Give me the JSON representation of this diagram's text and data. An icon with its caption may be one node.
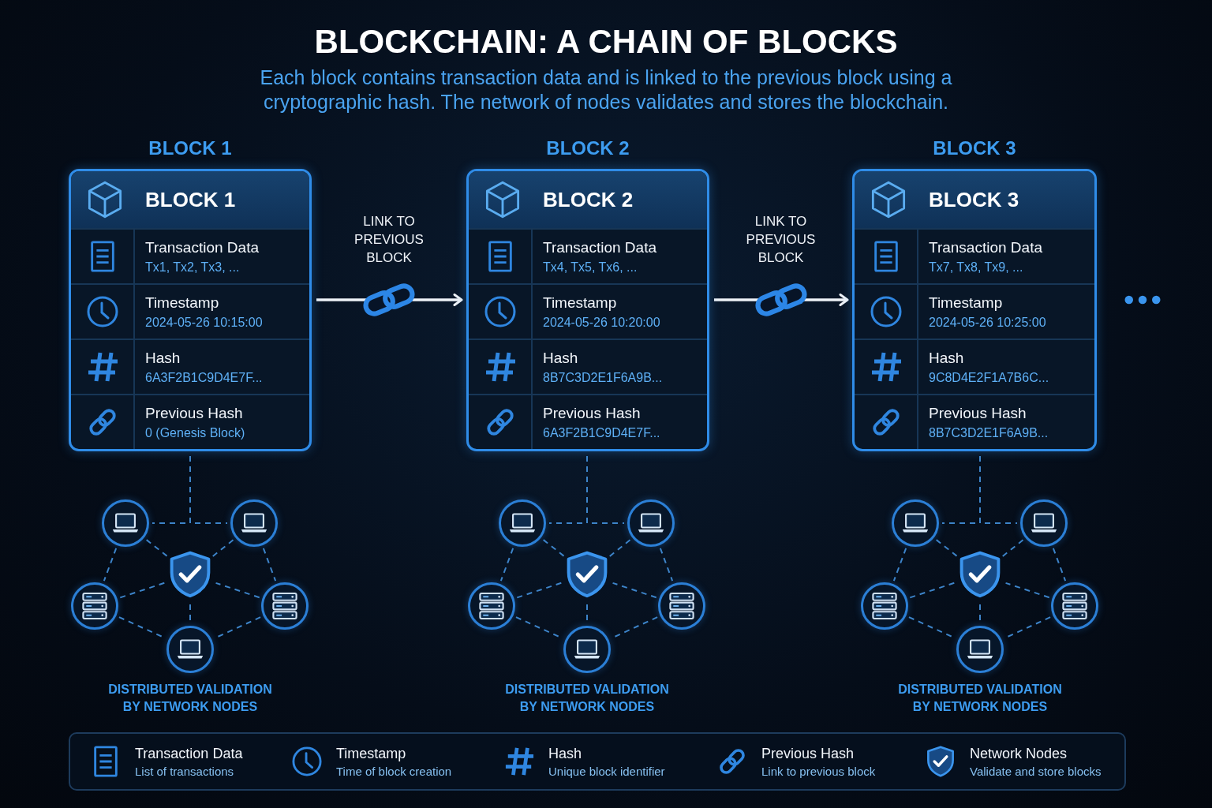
{
  "diagram": {
    "title": "BLOCKCHAIN: A CHAIN OF BLOCKS",
    "caption": "Each block contains transaction data and is linked to the previous block using a cryptographic hash. The network of nodes validates and stores the blockchain.",
    "nodes": [
      {
        "text": [
          "BLOCK 1"
        ],
        "beside": [
          "BLOCK 1"
        ]
      },
      {
        "text": [
          "Transaction Data",
          "Tx1, Tx2, Tx3, ..."
        ],
        "in": 0
      },
      {
        "text": [
          "Timestamp",
          "2024-05-26 10:15:00"
        ],
        "in": 0
      },
      {
        "text": [
          "Hash",
          "6A3F2B1C9D4E7F..."
        ],
        "in": 0
      },
      {
        "text": [
          "Previous Hash",
          "0 (Genesis Block)"
        ],
        "in": 0
      },
      {
        "text": [
          "BLOCK 2"
        ],
        "beside": [
          "BLOCK 2"
        ]
      },
      {
        "text": [
          "Transaction Data",
          "Tx4, Tx5, Tx6, ..."
        ],
        "in": 5
      },
      {
        "text": [
          "Timestamp",
          "2024-05-26 10:20:00"
        ],
        "in": 5
      },
      {
        "text": [
          "Hash",
          "8B7C3D2E1F6A9B..."
        ],
        "in": 5
      },
      {
        "text": [
          "Previous Hash",
          "6A3F2B1C9D4E7F..."
        ],
        "in": 5
      },
      {
        "text": [
          "BLOCK 3"
        ],
        "beside": [
          "BLOCK 3"
        ]
      },
      {
        "text": [
          "Transaction Data",
          "Tx7, Tx8, Tx9, ..."
        ],
        "in": 10
      },
      {
        "text": [
          "Timestamp",
          "2024-05-26 10:25:00"
        ],
        "in": 10
      },
      {
        "text": [
          "Hash",
          "9C8D4E2F1A7B6C..."
        ],
        "in": 10
      },
      {
        "text": [
          "Previous Hash",
          "8B7C3D2E1F6A9B..."
        ],
        "in": 10
      },
      {
        "text": [],
        "shape": "circle"
      },
      {
        "text": [],
        "shape": "circle"
      },
      {
        "text": [],
        "shape": "shield"
      },
      {
        "text": [],
        "shape": "circle"
      },
      {
        "text": [],
        "shape": "circle"
      },
      {
        "text": [],
        "shape": "circle"
      },
      {
        "text": [],
        "shape": "circle"
      },
      {
        "text": [],
        "shape": "circle"
      },
      {
        "text": [],
        "shape": "shield"
      },
      {
        "text": [],
        "shape": "circle"
      },
      {
        "text": [],
        "shape": "circle"
      },
      {
        "text": [],
        "shape": "circle"
      },
      {
        "text": [],
        "shape": "circle"
      },
      {
        "text": [],
        "shape": "circle"
      },
      {
        "text": [],
        "shape": "shield"
      },
      {
        "text": [],
        "shape": "circle"
      },
      {
        "text": [],
        "shape": "circle"
      },
      {
        "text": [],
        "shape": "circle"
      },
      {
        "text": [],
        "shape": "box"
      },
      {
        "text": [
          "Transaction Data",
          "List of transactions"
        ],
        "in": 33
      },
      {
        "text": [
          "Timestamp",
          "Time of block creation"
        ],
        "in": 33
      },
      {
        "text": [
          "Hash",
          "Unique block identifier"
        ],
        "in": 33
      },
      {
        "text": [
          "Previous Hash",
          "Link to previous block"
        ],
        "in": 33
      },
      {
        "text": [
          "Network Nodes",
          "Validate and store blocks"
        ],
        "in": 33
      }
    ],
    "edges": [
      {
        "from": 0,
        "to": 5,
        "arrow": "to",
        "label": "LINK TO PREVIOUS BLOCK",
        "color": "#eef2f7"
      },
      {
        "from": 5,
        "to": 10,
        "arrow": "to",
        "label": "LINK TO PREVIOUS BLOCK",
        "color": "#eef2f7"
      },
      {
        "from": 0,
        "to": 15,
        "arrow": "none",
        "style": "dashed"
      },
      {
        "from": 0,
        "to": 16,
        "arrow": "none",
        "style": "dashed"
      },
      {
        "from": 15,
        "to": 17,
        "arrow": "none",
        "style": "dashed"
      },
      {
        "from": 16,
        "to": 17,
        "arrow": "none",
        "style": "dashed"
      },
      {
        "from": 15,
        "to": 18,
        "arrow": "none",
        "style": "dashed"
      },
      {
        "from": 16,
        "to": 19,
        "arrow": "none",
        "style": "dashed"
      },
      {
        "from": 18,
        "to": 17,
        "arrow": "none",
        "style": "dashed"
      },
      {
        "from": 19,
        "to": 17,
        "arrow": "none",
        "style": "dashed"
      },
      {
        "from": 17,
        "to": 20,
        "arrow": "none",
        "style": "dashed"
      },
      {
        "from": 18,
        "to": 20,
        "arrow": "none",
        "style": "dashed"
      },
      {
        "from": 19,
        "to": 20,
        "arrow": "none",
        "style": "dashed"
      },
      {
        "from": 5,
        "to": 21,
        "arrow": "none",
        "style": "dashed"
      },
      {
        "from": 5,
        "to": 22,
        "arrow": "none",
        "style": "dashed"
      },
      {
        "from": 21,
        "to": 23,
        "arrow": "none",
        "style": "dashed"
      },
      {
        "from": 22,
        "to": 23,
        "arrow": "none",
        "style": "dashed"
      },
      {
        "from": 21,
        "to": 24,
        "arrow": "none",
        "style": "dashed"
      },
      {
        "from": 22,
        "to": 25,
        "arrow": "none",
        "style": "dashed"
      },
      {
        "from": 24,
        "to": 23,
        "arrow": "none",
        "style": "dashed"
      },
      {
        "from": 25,
        "to": 23,
        "arrow": "none",
        "style": "dashed"
      },
      {
        "from": 23,
        "to": 26,
        "arrow": "none",
        "style": "dashed"
      },
      {
        "from": 24,
        "to": 26,
        "arrow": "none",
        "style": "dashed"
      },
      {
        "from": 25,
        "to": 26,
        "arrow": "none",
        "style": "dashed"
      },
      {
        "from": 10,
        "to": 27,
        "arrow": "none",
        "style": "dashed"
      },
      {
        "from": 10,
        "to": 28,
        "arrow": "none",
        "style": "dashed"
      },
      {
        "from": 27,
        "to": 29,
        "arrow": "none",
        "style": "dashed"
      },
      {
        "from": 28,
        "to": 29,
        "arrow": "none",
        "style": "dashed"
      },
      {
        "from": 27,
        "to": 30,
        "arrow": "none",
        "style": "dashed"
      },
      {
        "from": 28,
        "to": 31,
        "arrow": "none",
        "style": "dashed"
      },
      {
        "from": 30,
        "to": 29,
        "arrow": "none",
        "style": "dashed"
      },
      {
        "from": 31,
        "to": 29,
        "arrow": "none",
        "style": "dashed"
      },
      {
        "from": 29,
        "to": 32,
        "arrow": "none",
        "style": "dashed"
      },
      {
        "from": 30,
        "to": 32,
        "arrow": "none",
        "style": "dashed"
      },
      {
        "from": 31,
        "to": 32,
        "arrow": "none",
        "style": "dashed"
      }
    ],
    "labels": [
      "DISTRIBUTED VALIDATION BY NETWORK NODES",
      "DISTRIBUTED VALIDATION BY NETWORK NODES",
      "DISTRIBUTED VALIDATION BY NETWORK NODES"
    ]
  }
}
